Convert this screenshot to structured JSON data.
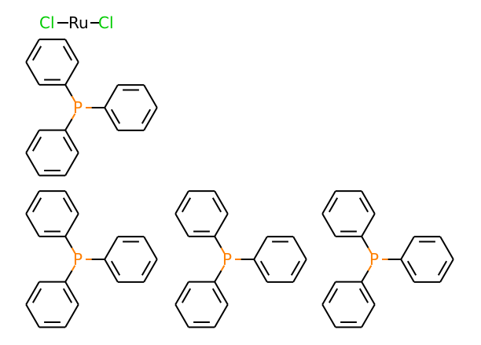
{
  "title": "Dichlorotetrakis(triphenylphosphine)ruthenium structure",
  "colors": {
    "bond": "#000000",
    "chlorine": "#00CC00",
    "phosphorus": "#FF8000",
    "metal": "#000000"
  },
  "metal_complex": {
    "left_ligand": "Cl",
    "center": "Ru",
    "right_ligand": "Cl"
  },
  "phosphines": [
    {
      "label": "P",
      "substituents": "triphenyl"
    },
    {
      "label": "P",
      "substituents": "triphenyl"
    },
    {
      "label": "P",
      "substituents": "triphenyl"
    },
    {
      "label": "P",
      "substituents": "triphenyl"
    }
  ]
}
